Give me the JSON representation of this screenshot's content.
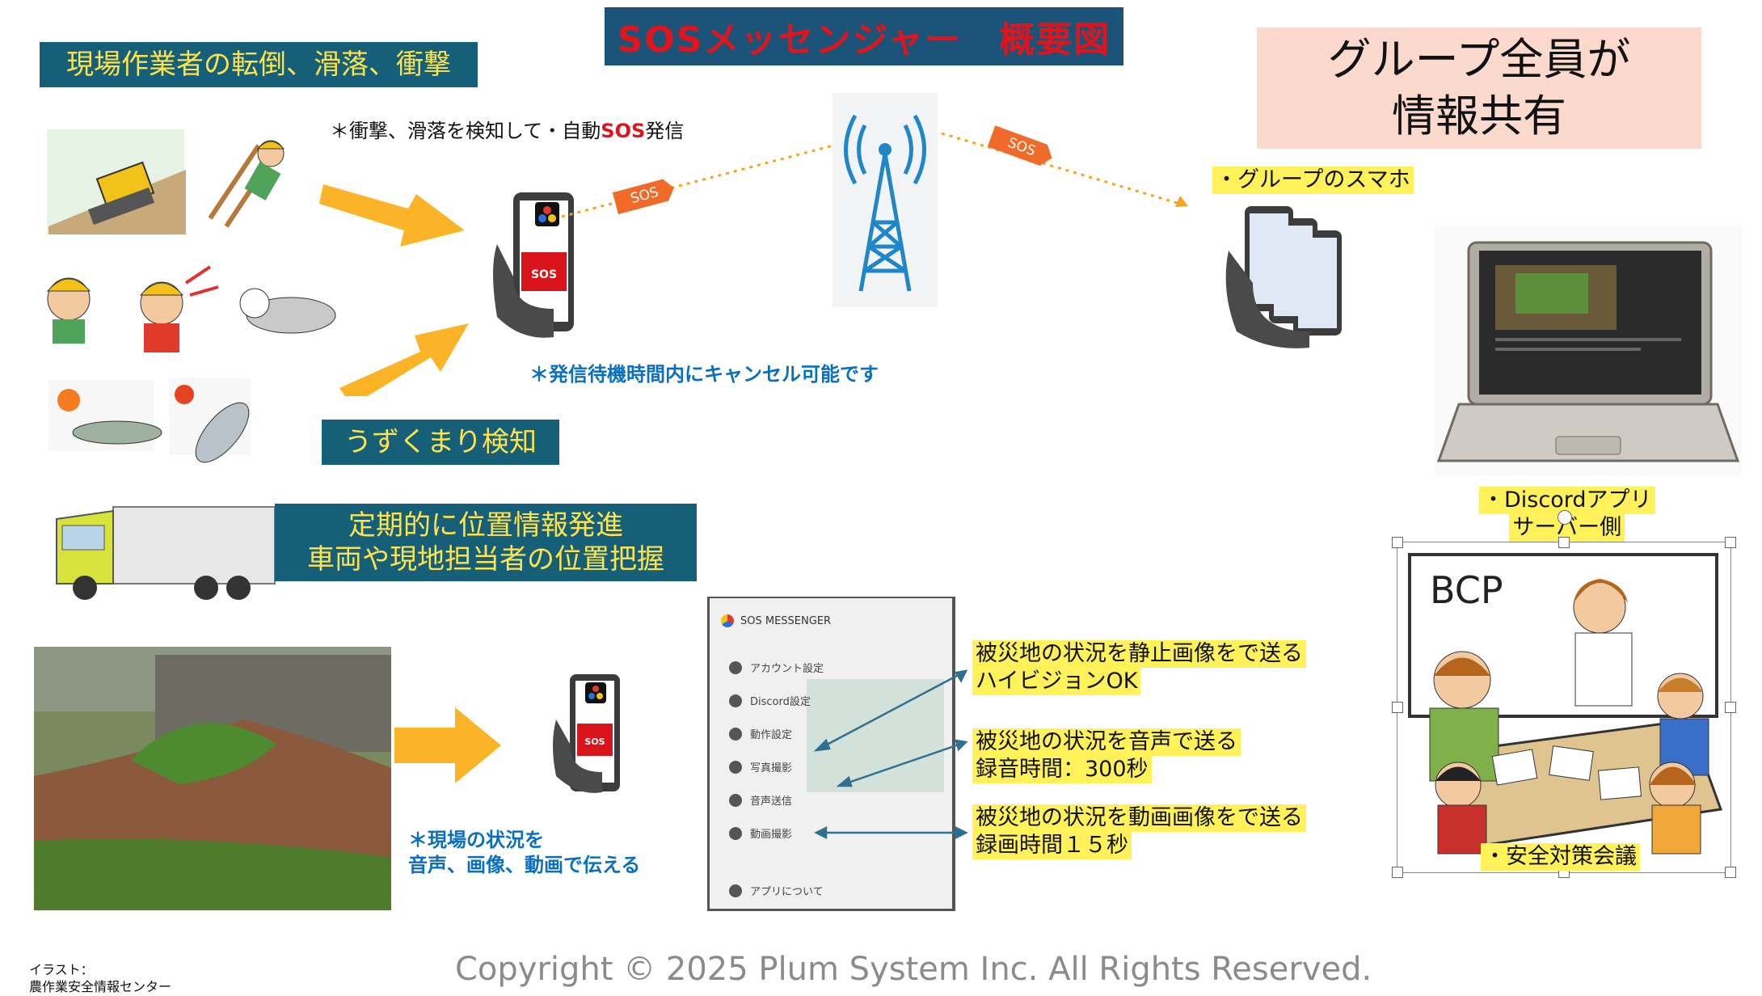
{
  "title": "SOSメッセンジャー　概要図",
  "box_fall": "現場作業者の転倒、滑落、衝撃",
  "note_auto_prefix": "＊衝撃、滑落を検知して・自動",
  "note_auto_sos": "SOS",
  "note_auto_suffix": "発信",
  "sos_tag": "SOS",
  "phone_sos_label": "SOS",
  "cancel_note": "＊発信待機時間内にキャンセル可能です",
  "box_crouch": "うずくまり検知",
  "box_location_line1": "定期的に位置情報発進",
  "box_location_line2": "車両や現地担当者の位置把握",
  "share_line1": "グループ全員が",
  "share_line2": "情報共有",
  "label_group_phones": "・グループのスマホ",
  "label_discord_line1": "・Discordアプリ",
  "label_discord_line2": "サーバー側",
  "label_safety_meeting": "・安全対策会議",
  "bcp_board": "BCP",
  "field_note_line1": "＊現場の状況を",
  "field_note_line2": "音声、画像、動画で伝える",
  "app": {
    "name": "SOS MESSENGER",
    "menu": [
      "アカウント設定",
      "Discord設定",
      "動作設定",
      "写真撮影",
      "音声送信",
      "動画撮影"
    ],
    "about": "アプリについて"
  },
  "feature_photo_line1": "被災地の状況を静止画像をで送る",
  "feature_photo_line2": "ハイビジョンOK",
  "feature_audio_line1": "被災地の状況を音声で送る",
  "feature_audio_line2": "録音時間：300秒",
  "feature_video_line1": "被災地の状況を動画画像をで送る",
  "feature_video_line2": "録画時間１５秒",
  "credit_line1": "イラスト：",
  "credit_line2": "農作業安全情報センター",
  "copyright": "Copyright © 2025 Plum System Inc. All Rights Reserved.",
  "colors": {
    "teal_box": "#155f79",
    "title_box": "#1b5478",
    "title_text": "#e0141c",
    "yellow_text": "#ffe34d",
    "highlight": "#fff15a",
    "pink_box": "#fbd9cd",
    "orange_arrow": "#fbb428",
    "sos_tag": "#f06a2a",
    "blue_note": "#0b6fc0",
    "connector": "#2f6f8f"
  },
  "icons": [
    "accident-illustration",
    "falling-worker",
    "bulldozer",
    "heat-stroke-worker",
    "smartphone-icon",
    "radio-tower-icon",
    "laptop-icon",
    "truck-illustration",
    "landslide-photo",
    "meeting-illustration"
  ]
}
